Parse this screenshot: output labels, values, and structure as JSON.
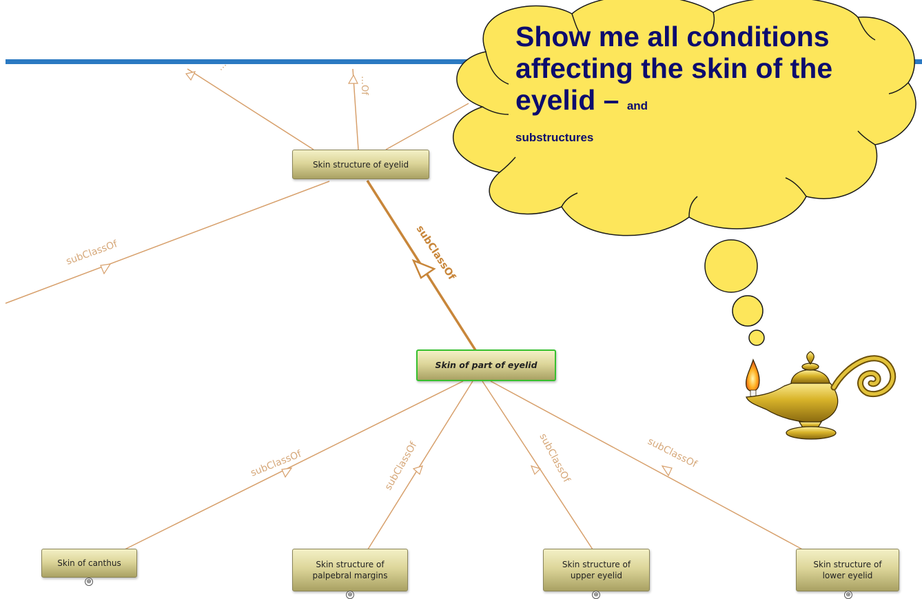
{
  "graph": {
    "edge_label": "subClassOf",
    "top_labels": [
      "…",
      "…Of"
    ],
    "focus_node": "Skin of part of eyelid",
    "parent_node": "Skin structure of eyelid",
    "child_nodes": [
      {
        "label": "Skin of canthus"
      },
      {
        "label": "Skin structure of\npalpebral margins"
      },
      {
        "label": "Skin structure of\nupper eyelid"
      },
      {
        "label": "Skin structure of\nlower eyelid"
      }
    ],
    "expander_glyph": "⊕"
  },
  "thought_bubble": {
    "main_text": "Show me all conditions affecting the skin of the eyelid –",
    "small_text": "and",
    "small_text_2": "substructures"
  },
  "colors": {
    "header_rule": "#2b79c2",
    "edge": "#d7a06c",
    "edge_bold": "#c8863a",
    "edge_label": "#d6a87a",
    "focus_border": "#37c02f",
    "bubble_fill": "#fde65b",
    "bubble_text": "#0c0c6e",
    "lamp_gold": "#c9a520"
  },
  "icons": [
    "genie-lamp-icon",
    "flame-icon",
    "expand-plus-icon"
  ]
}
